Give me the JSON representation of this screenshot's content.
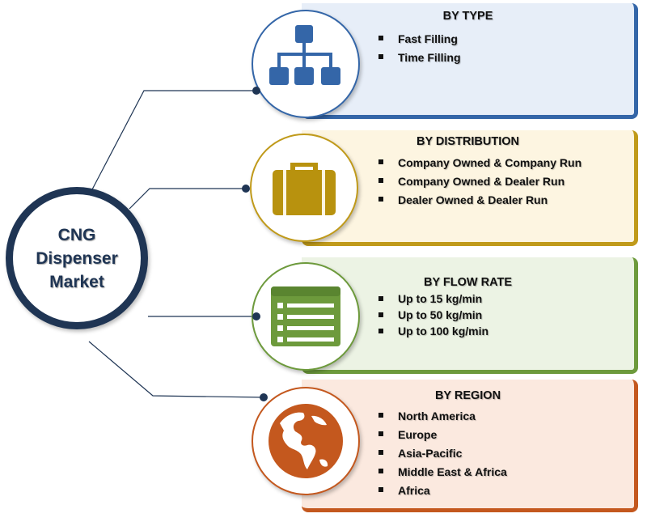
{
  "hub": {
    "title": "CNG Dispenser Market"
  },
  "segments": [
    {
      "heading": "BY TYPE",
      "icon": "hierarchy-icon",
      "color": "#3466a8",
      "fill": "#e7eef8",
      "items": [
        "Fast Filling",
        "Time Filling"
      ]
    },
    {
      "heading": "BY DISTRIBUTION",
      "icon": "briefcase-icon",
      "color": "#c09a1a",
      "fill": "#fdf5e1",
      "items": [
        "Company Owned & Company Run",
        "Company Owned & Dealer Run",
        "Dealer Owned & Dealer Run"
      ]
    },
    {
      "heading": "BY FLOW RATE",
      "icon": "list-icon",
      "color": "#6d9a3c",
      "fill": "#ecf3e4",
      "items": [
        "Up to 15 kg/min",
        "Up to 50 kg/min",
        "Up to 100 kg/min"
      ]
    },
    {
      "heading": "BY REGION",
      "icon": "globe-icon",
      "color": "#c4581e",
      "fill": "#fbe9df",
      "items": [
        "North America",
        "Europe",
        "Asia-Pacific",
        "Middle East & Africa",
        "Africa"
      ]
    }
  ],
  "colors": {
    "hub_border": "#1f3554",
    "connector": "#1f3554"
  }
}
